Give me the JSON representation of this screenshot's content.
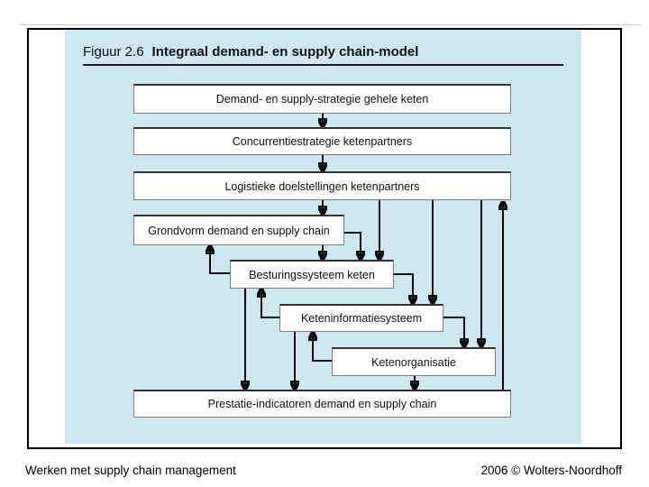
{
  "header": {
    "figure_label": "Figuur 2.6",
    "figure_title": "Integraal demand- en supply chain-model"
  },
  "diagram": {
    "boxes": [
      {
        "id": "demand-supply-strategie",
        "label": "Demand- en supply-strategie gehele keten"
      },
      {
        "id": "concurrentiestrategie",
        "label": "Concurrentiestrategie ketenpartners"
      },
      {
        "id": "logistieke-doelstellingen",
        "label": "Logistieke doelstellingen ketenpartners"
      },
      {
        "id": "grondvorm",
        "label": "Grondvorm demand en supply chain"
      },
      {
        "id": "besturingssysteem",
        "label": "Besturingssysteem keten"
      },
      {
        "id": "keteninformatiesysteem",
        "label": "Keteninformatiesysteem"
      },
      {
        "id": "ketenorganisatie",
        "label": "Ketenorganisatie"
      },
      {
        "id": "prestatie-indicatoren",
        "label": "Prestatie-indicatoren demand en supply chain"
      }
    ]
  },
  "footer": {
    "left": "Werken met supply chain management",
    "right": "2006 © Wolters-Noordhoff"
  },
  "colors": {
    "panel_background": "#cee7f0",
    "box_border": "#7a7a7a",
    "arrow": "#0a0a0a",
    "outer_border": "#000000"
  }
}
